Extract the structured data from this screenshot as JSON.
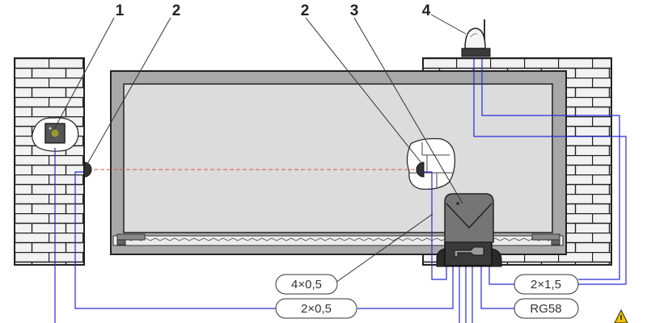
{
  "diagram": {
    "callouts": [
      "1",
      "2",
      "2",
      "3",
      "4"
    ],
    "cable_labels": [
      "4×0,5",
      "2×0,5",
      "2×1,5",
      "RG58"
    ],
    "colors": {
      "wire": "#2a2ad8",
      "beam": "#e05050",
      "brick": "#f2f2f2",
      "gate_frame": "#a8a8a8",
      "gate_panel": "#dcdcdc",
      "motor": "#757575",
      "outline": "#222222"
    },
    "icons": [
      "keyswitch-icon",
      "photocell-icon",
      "flashing-lamp-icon",
      "gate-motor-icon",
      "warning-sign-icon"
    ]
  }
}
